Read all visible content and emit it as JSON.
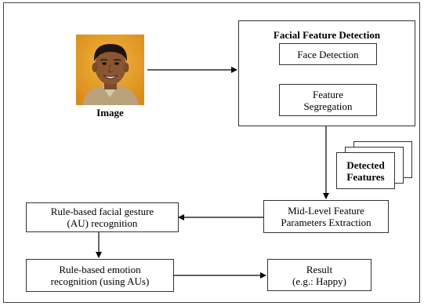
{
  "image_node": {
    "caption": "Image"
  },
  "detection_group": {
    "title": "Facial Feature Detection",
    "face_detection": "Face Detection",
    "feature_segregation": "Feature\nSegregation"
  },
  "detected_features": "Detected\nFeatures",
  "mid_level": "Mid-Level Feature\nParameters Extraction",
  "au_recognition": "Rule-based facial gesture\n(AU) recognition",
  "emotion_recognition": "Rule-based emotion\nrecognition (using AUs)",
  "result": "Result\n(e.g.: Happy)"
}
